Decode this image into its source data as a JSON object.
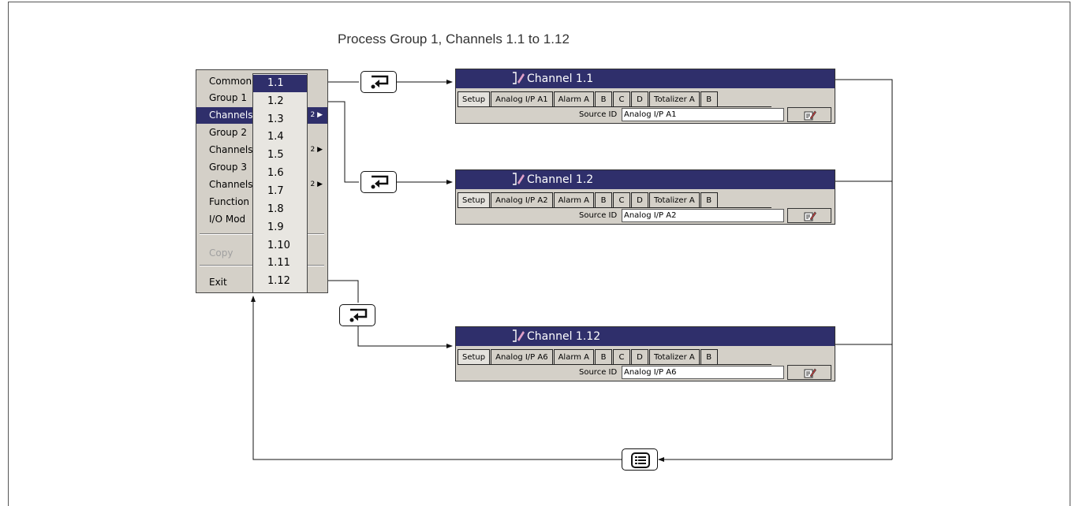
{
  "caption": "Process Group 1, Channels 1.1 to 1.12",
  "menu": {
    "items": [
      {
        "label": "Common",
        "selected": false,
        "submenu": false
      },
      {
        "label": "Group 1",
        "selected": false,
        "submenu": false
      },
      {
        "label": "Channels",
        "selected": true,
        "submenu": true,
        "suffix": "2"
      },
      {
        "label": "Group 2",
        "selected": false,
        "submenu": false
      },
      {
        "label": "Channels",
        "selected": false,
        "submenu": true,
        "suffix": "2"
      },
      {
        "label": "Group 3",
        "selected": false,
        "submenu": false
      },
      {
        "label": "Channels",
        "selected": false,
        "submenu": true,
        "suffix": "2"
      },
      {
        "label": "Function",
        "selected": false,
        "submenu": false
      },
      {
        "label": "I/O Mod",
        "selected": false,
        "submenu": false
      }
    ],
    "copy_label": "Copy",
    "exit_label": "Exit"
  },
  "submenu": {
    "items": [
      "1.1",
      "1.2",
      "1.3",
      "1.4",
      "1.5",
      "1.6",
      "1.7",
      "1.8",
      "1.9",
      "1.10",
      "1.11",
      "1.12"
    ],
    "selected_index": 0
  },
  "panels": [
    {
      "title": "Channel 1.1",
      "tabs": [
        "Setup",
        "Analog I/P A1",
        "Alarm A",
        "B",
        "C",
        "D",
        "Totalizer A",
        "B"
      ],
      "source_label": "Source ID",
      "source_value": "Analog I/P A1"
    },
    {
      "title": "Channel 1.2",
      "tabs": [
        "Setup",
        "Analog I/P A2",
        "Alarm A",
        "B",
        "C",
        "D",
        "Totalizer A",
        "B"
      ],
      "source_label": "Source ID",
      "source_value": "Analog I/P A2"
    },
    {
      "title": "Channel 1.12",
      "tabs": [
        "Setup",
        "Analog I/P A6",
        "Alarm A",
        "B",
        "C",
        "D",
        "Totalizer A",
        "B"
      ],
      "source_label": "Source ID",
      "source_value": "Analog I/P A6"
    }
  ],
  "icons": {
    "enter_key": "enter-key-icon",
    "menu_key": "menu-key-icon",
    "edit": "edit-pencil-icon",
    "channel": "channel-pen-icon"
  },
  "colors": {
    "title_bar": "#2f2f6b",
    "panel_bg": "#d4d0c8"
  }
}
